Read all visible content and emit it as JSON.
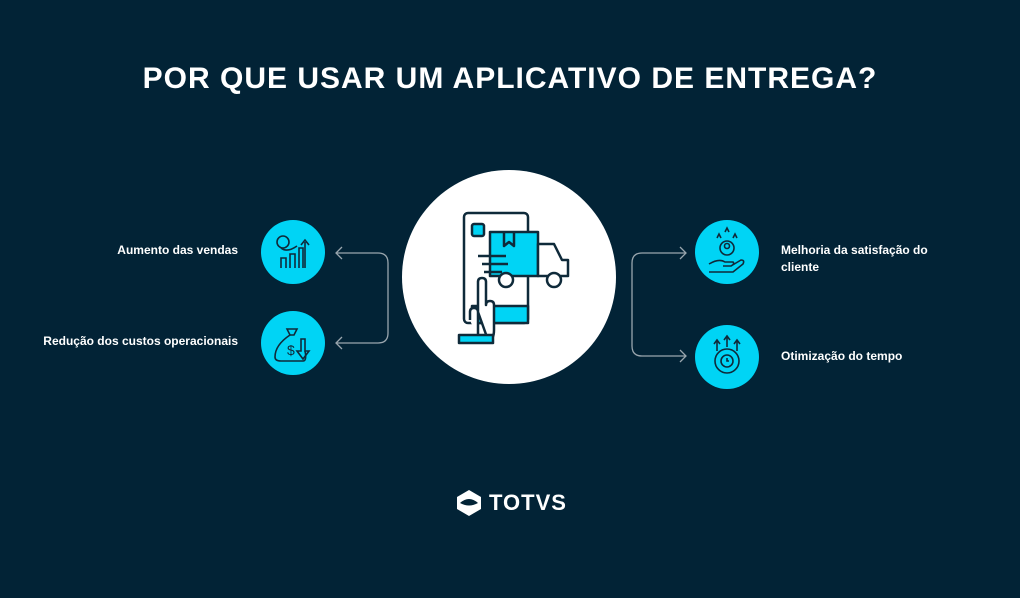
{
  "title": "POR QUE USAR UM APLICATIVO DE ENTREGA?",
  "benefits": [
    {
      "label": "Aumento das vendas",
      "icon": "sales-growth-icon"
    },
    {
      "label": "Redução dos custos operacionais",
      "icon": "money-bag-decrease-icon"
    },
    {
      "label": "Melhoria da satisfação do cliente",
      "icon": "customer-satisfaction-icon"
    },
    {
      "label": "Otimização do tempo",
      "icon": "time-optimization-icon"
    }
  ],
  "brand": {
    "name": "TOTVS"
  },
  "colors": {
    "background": "#022336",
    "accent": "#00d4f5",
    "dark": "#0f2a3a"
  }
}
